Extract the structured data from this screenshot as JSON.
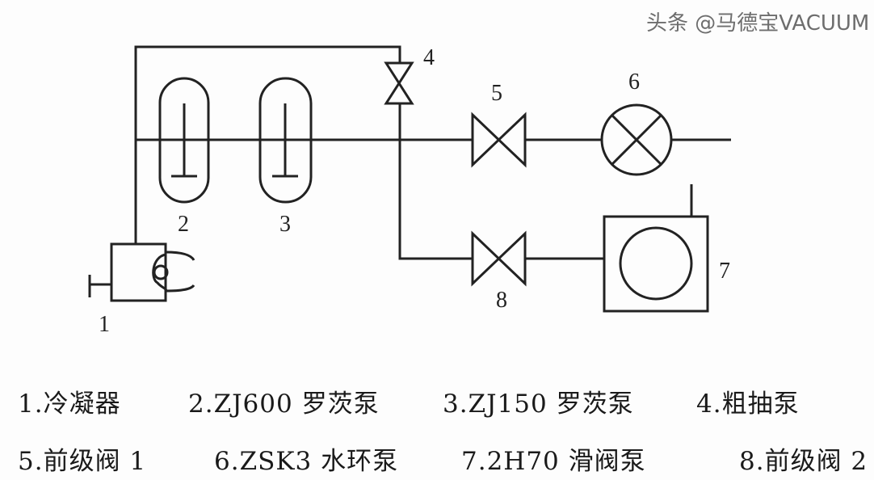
{
  "labels": {
    "n1": "1",
    "n2": "2",
    "n3": "3",
    "n4": "4",
    "n5": "5",
    "n6": "6",
    "n7": "7",
    "n8": "8"
  },
  "legend": [
    "1.冷凝器",
    "2.ZJ600 罗茨泵",
    "3.ZJ150 罗茨泵",
    "4.粗抽泵",
    "5.前级阀 1",
    "6.ZSK3 水环泵",
    "7.2H70 滑阀泵",
    "8.前级阀 2"
  ],
  "watermark": "头条 @马德宝VACUUM"
}
